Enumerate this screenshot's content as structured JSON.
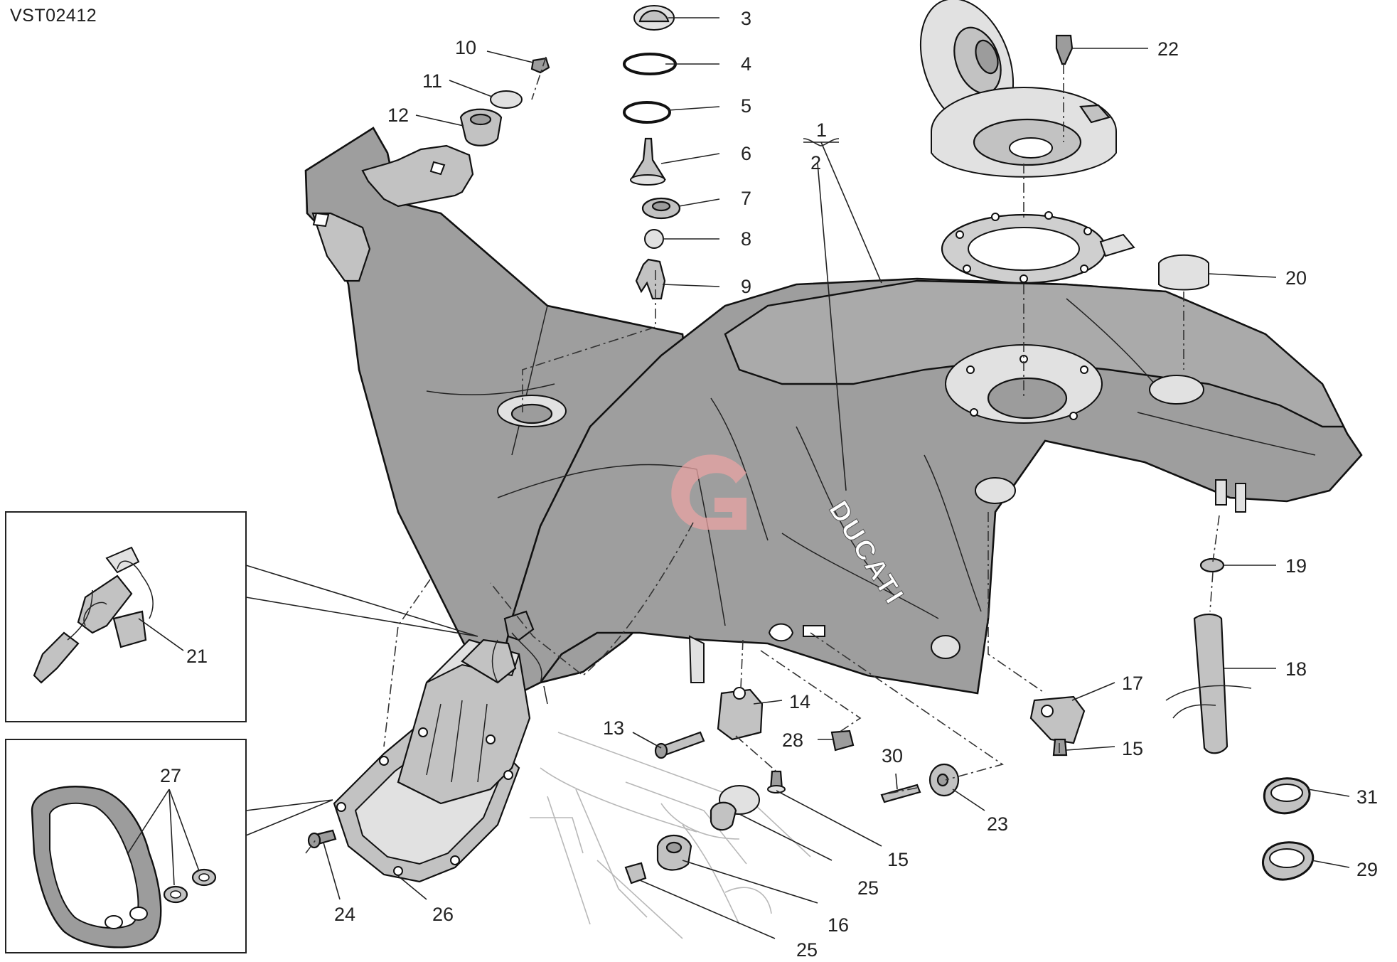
{
  "header": {
    "code": "VST02412"
  },
  "tank": {
    "brand_text": "DUCATI"
  },
  "callouts": {
    "c1": "1",
    "c2": "2",
    "c3": "3",
    "c4": "4",
    "c5": "5",
    "c6": "6",
    "c7": "7",
    "c8": "8",
    "c9": "9",
    "c10": "10",
    "c11": "11",
    "c12": "12",
    "c13": "13",
    "c14": "14",
    "c15a": "15",
    "c15b": "15",
    "c16": "16",
    "c17": "17",
    "c18": "18",
    "c19": "19",
    "c20": "20",
    "c21": "21",
    "c22": "22",
    "c23": "23",
    "c24": "24",
    "c25a": "25",
    "c25b": "25",
    "c26": "26",
    "c27": "27",
    "c28": "28",
    "c29": "29",
    "c30": "30",
    "c31": "31"
  },
  "colors": {
    "tank": "#9e9e9e",
    "parts": "#c2c2c2",
    "lines": "#111111",
    "watermark": "#e8a3a3"
  }
}
